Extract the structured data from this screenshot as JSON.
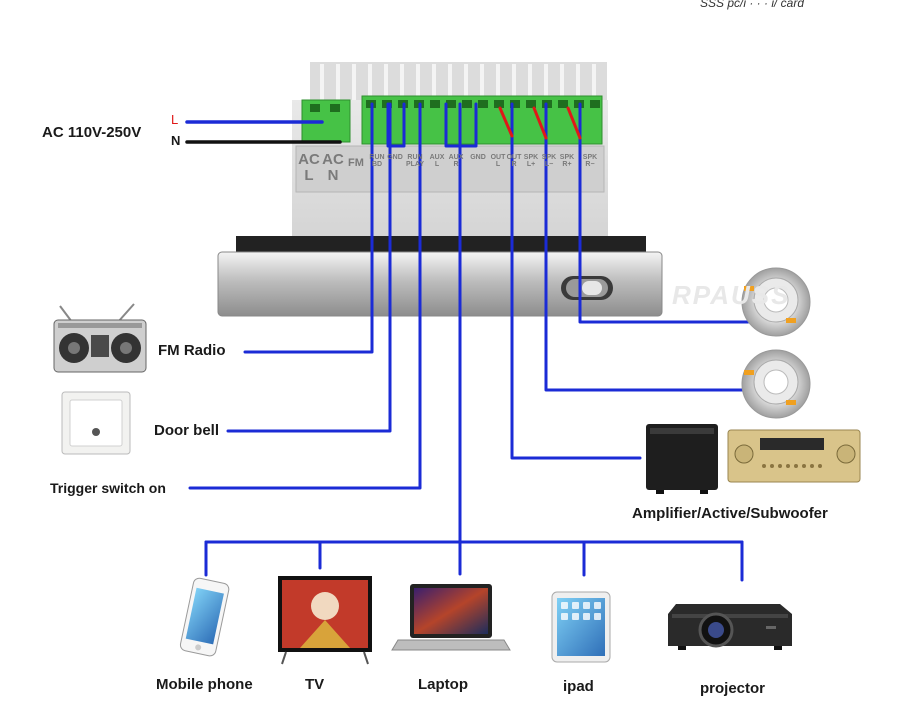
{
  "header_fragment": "SSS pc/i · · ·  i/ card",
  "power": {
    "label": "AC 110V-250V",
    "live": "L",
    "neutral": "N"
  },
  "terminals": [
    {
      "id": "ac-l",
      "lines": [
        "AC",
        "L"
      ]
    },
    {
      "id": "ac-n",
      "lines": [
        "AC",
        "N"
      ]
    },
    {
      "id": "fm",
      "lines": [
        "FM"
      ]
    },
    {
      "id": "run-bd",
      "lines": [
        "RUN",
        "BD"
      ]
    },
    {
      "id": "gnd-1",
      "lines": [
        "GND"
      ]
    },
    {
      "id": "run-play",
      "lines": [
        "RUN",
        "PLAY"
      ]
    },
    {
      "id": "aux-l",
      "lines": [
        "AUX",
        "L"
      ]
    },
    {
      "id": "aux-r",
      "lines": [
        "AUX",
        "R"
      ]
    },
    {
      "id": "gnd-2",
      "lines": [
        "GND"
      ]
    },
    {
      "id": "out-l",
      "lines": [
        "OUT",
        "L"
      ]
    },
    {
      "id": "out-r",
      "lines": [
        "OUT",
        "R"
      ]
    },
    {
      "id": "spk-l-plus",
      "lines": [
        "SPK",
        "L+"
      ]
    },
    {
      "id": "spk-l-minus",
      "lines": [
        "SPK",
        "L−"
      ]
    },
    {
      "id": "spk-r-plus",
      "lines": [
        "SPK",
        "R+"
      ]
    },
    {
      "id": "spk-r-minus",
      "lines": [
        "SPK",
        "R−"
      ]
    }
  ],
  "watermark": "RPAUSS",
  "labels": {
    "fm_radio": "FM Radio",
    "door_bell": "Door bell",
    "trigger": "Trigger switch on",
    "amplifier": "Amplifier/Active/Subwoofer"
  },
  "devices": [
    {
      "id": "mobile",
      "label": "Mobile phone"
    },
    {
      "id": "tv",
      "label": "TV"
    },
    {
      "id": "laptop",
      "label": "Laptop"
    },
    {
      "id": "ipad",
      "label": "ipad"
    },
    {
      "id": "projector",
      "label": "projector"
    }
  ],
  "colors": {
    "wire_blue": "#1b2bd6",
    "wire_red": "#e01818",
    "terminal_green": "#3cc43c",
    "panel_silver": "#c9c9c9"
  }
}
